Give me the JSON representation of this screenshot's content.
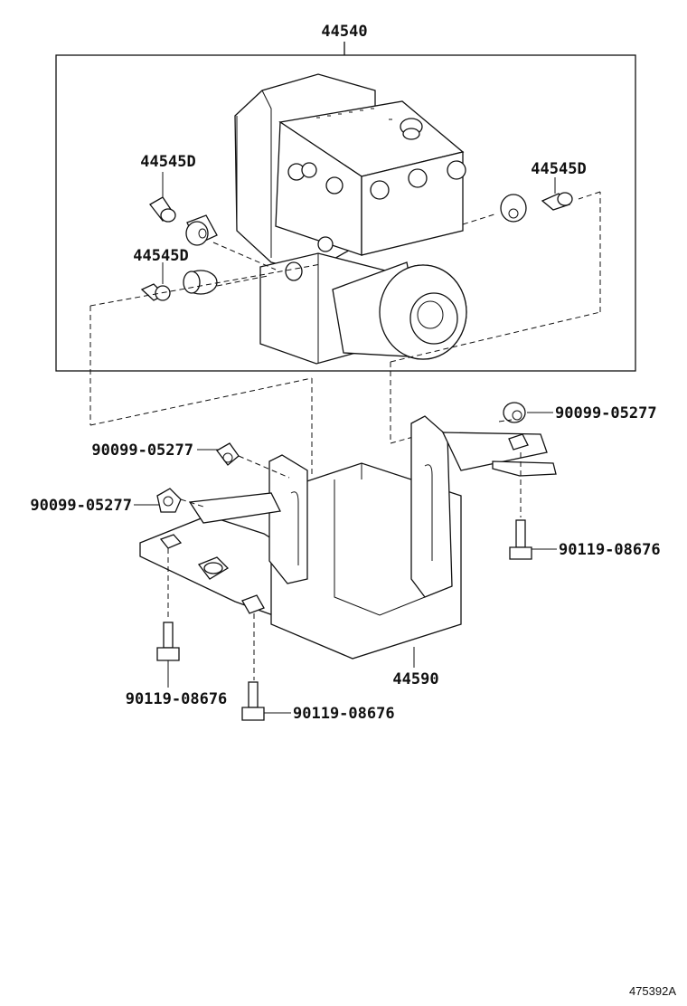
{
  "labels": {
    "actuator_assembly": "44540",
    "seal_upper_left": "44545D",
    "seal_lower_left": "44545D",
    "seal_right": "44545D",
    "nut_right": "90099-05277",
    "nut_left_upper": "90099-05277",
    "nut_left_lower": "90099-05277",
    "bolt_right": "90119-08676",
    "bolt_left": "90119-08676",
    "bolt_center": "90119-08676",
    "bracket": "44590",
    "figure_id": "475392A"
  }
}
